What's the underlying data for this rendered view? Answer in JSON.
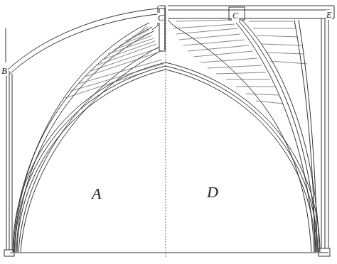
{
  "diagram": {
    "labels": [
      "A",
      "B",
      "C",
      "D",
      "C",
      "E"
    ]
  }
}
